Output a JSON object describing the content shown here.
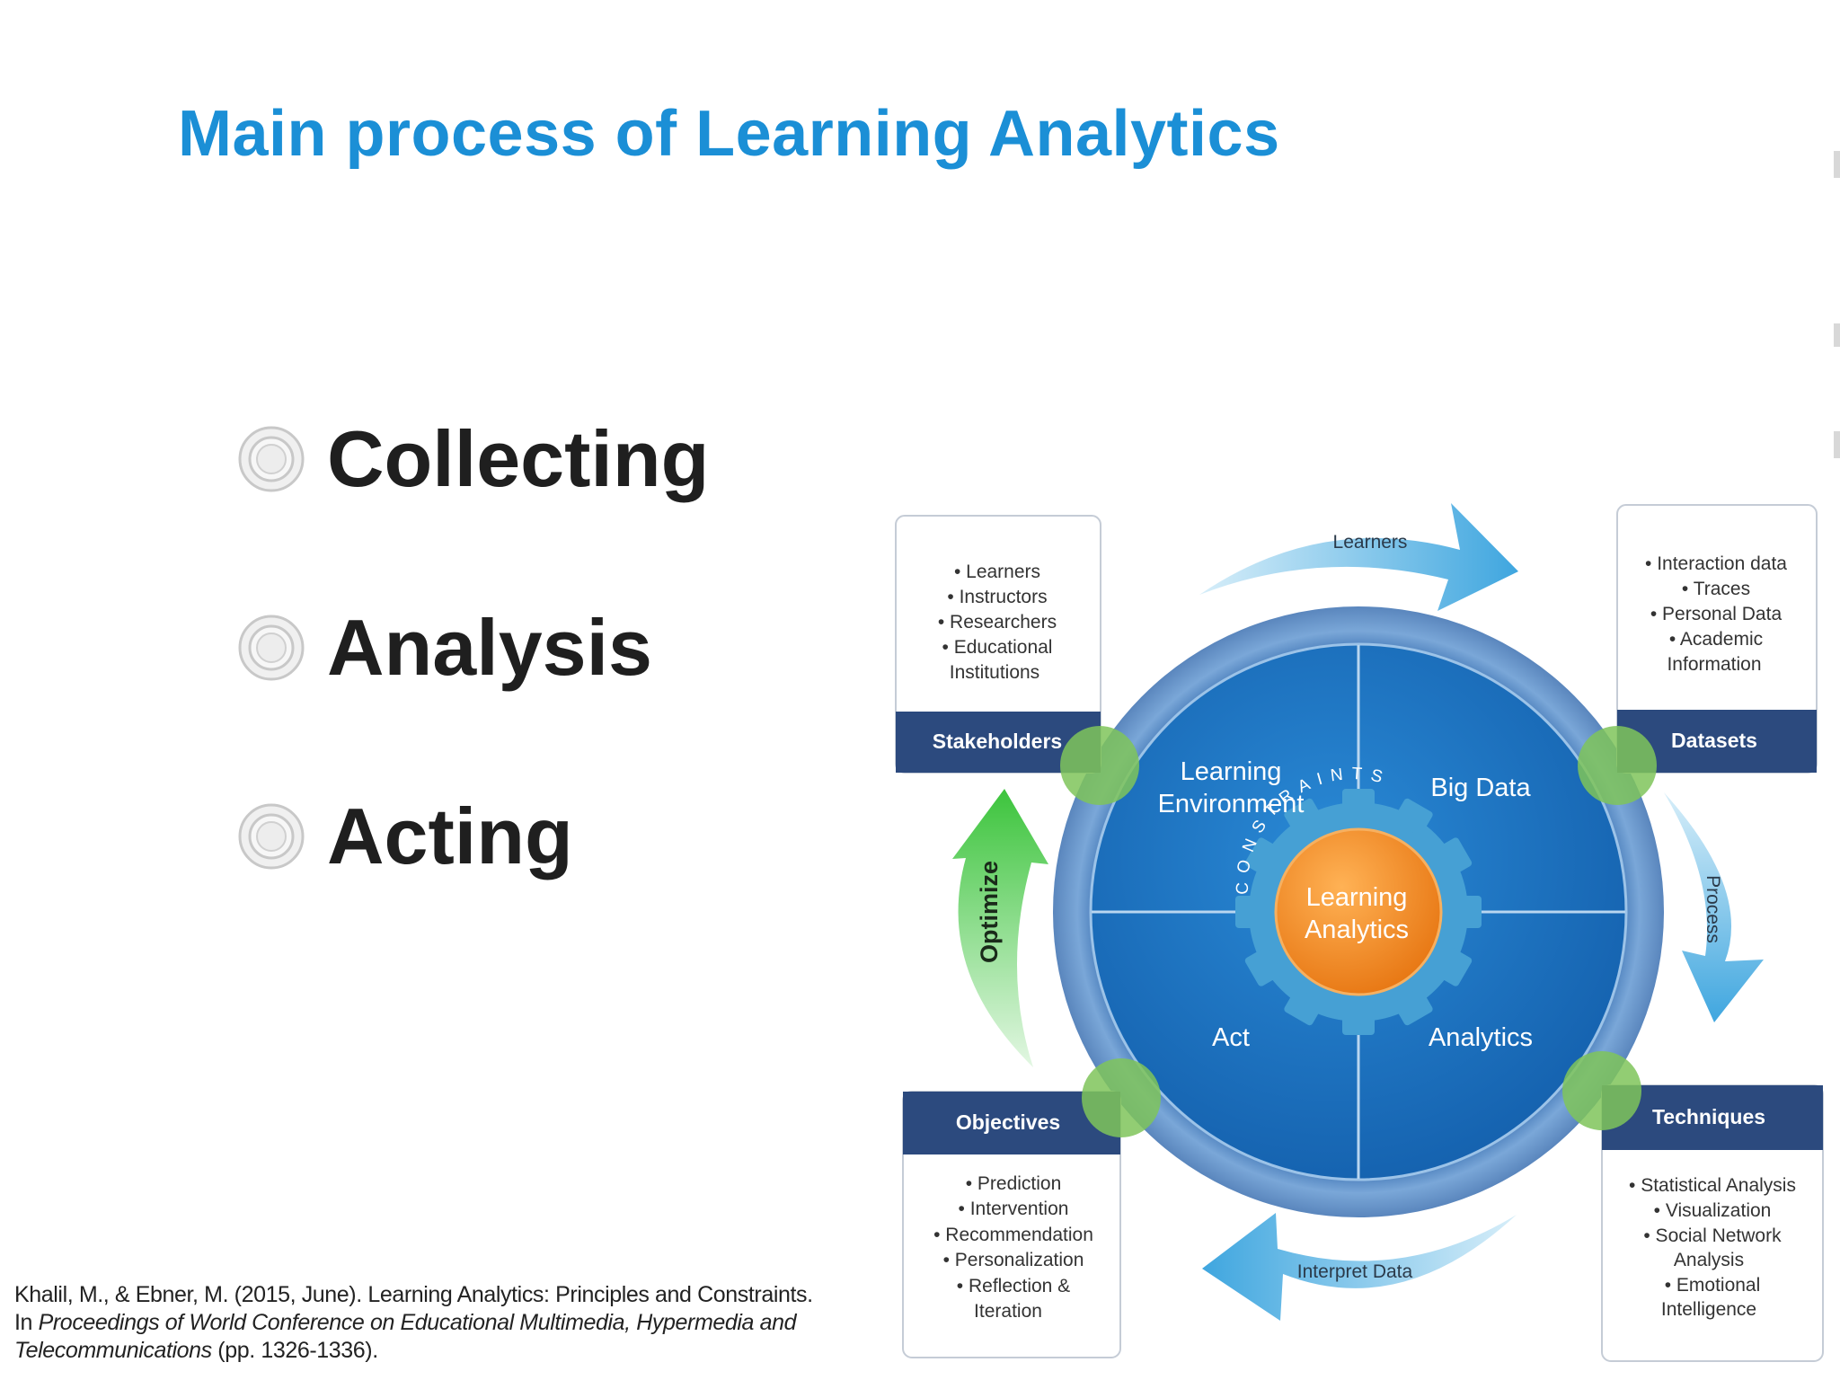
{
  "slide": {
    "title": "Main process of Learning Analytics",
    "title_color": "#1b8fd6"
  },
  "bullets": {
    "icon": "concentric-circle-icon",
    "items": [
      "Collecting",
      "Analysis",
      "Acting"
    ]
  },
  "diagram": {
    "center_label": [
      "Learning",
      "Analytics"
    ],
    "constraints_letters": [
      "C",
      "O",
      "N",
      "S",
      "T",
      "R",
      "A",
      "I",
      "N",
      "T",
      "S"
    ],
    "quadrants": {
      "top_left": [
        "Learning",
        "Environment"
      ],
      "top_right": "Big Data",
      "bottom_left": "Act",
      "bottom_right": "Analytics"
    },
    "arrows": {
      "top": "Learners",
      "right": "Process",
      "bottom": "Interpret Data",
      "left": "Optimize"
    },
    "boxes": {
      "stakeholders": {
        "title": "Stakeholders",
        "items": [
          "• Learners",
          "• Instructors",
          "• Researchers",
          "• Educational",
          "Institutions"
        ]
      },
      "datasets": {
        "title": "Datasets",
        "items": [
          "• Interaction data",
          "• Traces",
          "• Personal Data",
          "• Academic",
          "Information"
        ]
      },
      "objectives": {
        "title": "Objectives",
        "items": [
          "• Prediction",
          "• Intervention",
          "• Recommendation",
          "• Personalization",
          "• Reflection &",
          "Iteration"
        ]
      },
      "techniques": {
        "title": "Techniques",
        "items": [
          "• Statistical Analysis",
          "• Visualization",
          "• Social Network",
          "Analysis",
          "• Emotional",
          "Intelligence"
        ]
      }
    },
    "colors": {
      "box_header": "#2c4a7e",
      "circle_blue": "#1a74c2",
      "center_orange": "#f28a1c",
      "gear": "#4aa3d6",
      "arrow_blue": "#5bb4e4",
      "arrow_green": "#5ccf5c",
      "node_green": "#7fc45a"
    }
  },
  "citation": {
    "line1": "Khalil, M.,  & Ebner, M.  (2015, June). Learning Analytics: Principles and Constraints.",
    "line2_prefix": "In ",
    "line2_italic": "Proceedings of World Conference on Educational Multimedia, Hypermedia and",
    "line3_italic": "Telecommunications",
    "line3_suffix": " (pp. 1326-1336)."
  }
}
